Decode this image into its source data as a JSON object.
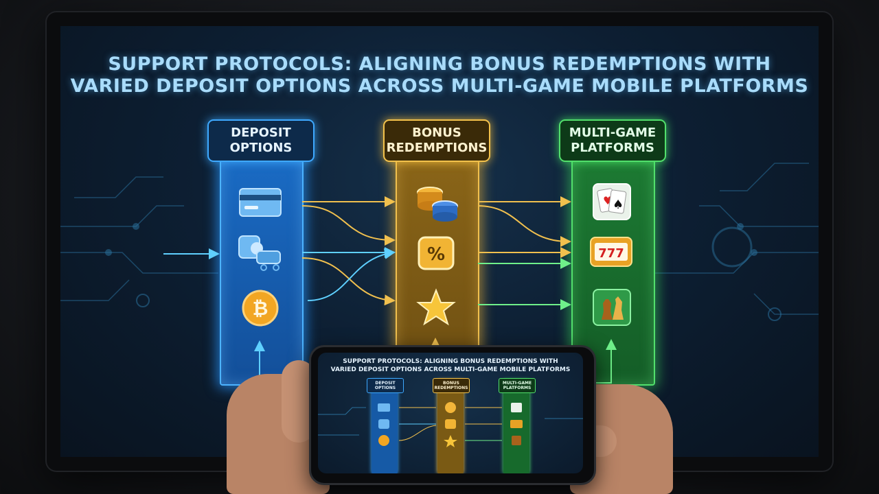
{
  "title": {
    "line1": "SUPPORT PROTOCOLS: ALIGNING BONUS REDEMPTIONS WITH",
    "line2": "VARIED DEPOSIT OPTIONS ACROSS MULTI-GAME MOBILE PLATFORMS"
  },
  "columns": [
    {
      "id": "deposit",
      "line1": "DEPOSIT",
      "line2": "OPTIONS",
      "color": "#3ea9ff",
      "icons": [
        "credit-card-icon",
        "mobile-wallet-icon",
        "bitcoin-icon"
      ]
    },
    {
      "id": "bonus",
      "line1": "BONUS",
      "line2": "REDEMPTIONS",
      "color": "#f3c24c",
      "icons": [
        "casino-chips-icon",
        "percent-icon",
        "star-icon"
      ]
    },
    {
      "id": "platforms",
      "line1": "MULTI-GAME",
      "line2": "PLATFORMS",
      "color": "#52e06c",
      "icons": [
        "playing-cards-icon",
        "slot-machine-icon",
        "chess-icon"
      ]
    }
  ],
  "slot_digits": "777",
  "percent_symbol": "%",
  "bitcoin_symbol": "₿",
  "phone": {
    "line1": "SUPPORT PROTOCOLS: ALIGNING BONUS REDEMPTIONS WITH",
    "line2": "VARIED DEPOSIT OPTIONS ACROSS MULTI-GAME MOBILE PLATFORMS"
  }
}
